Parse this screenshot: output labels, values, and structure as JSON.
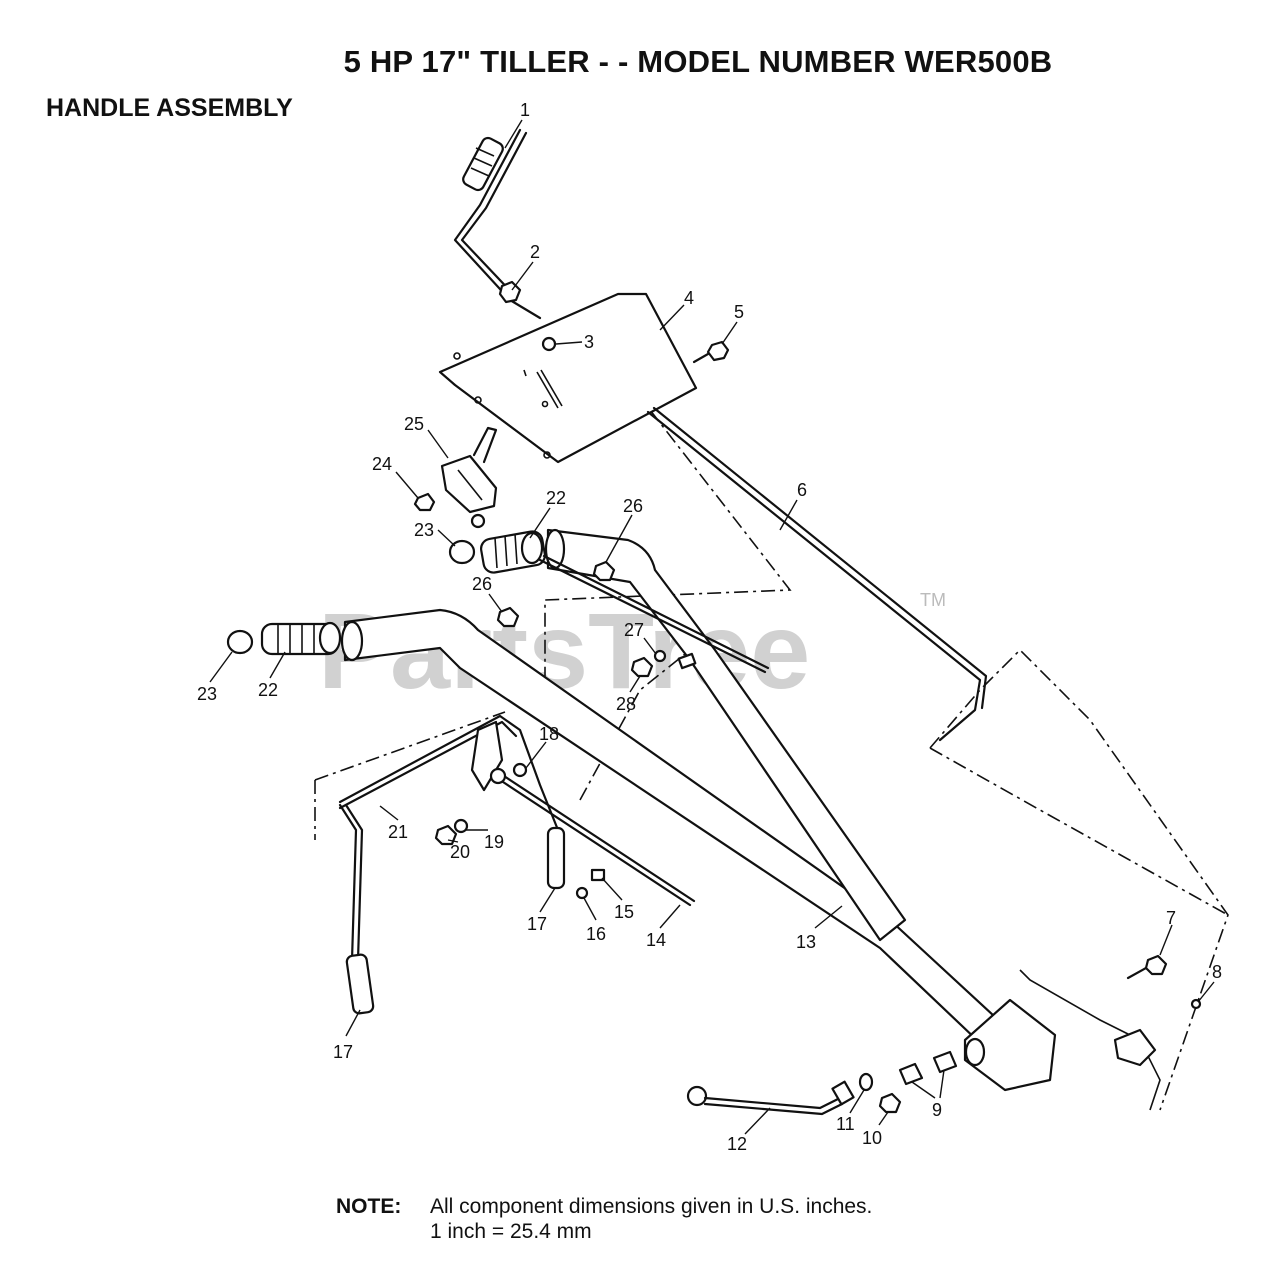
{
  "title": "5 HP 17\" TILLER - - MODEL NUMBER WER500B",
  "subtitle": "HANDLE ASSEMBLY",
  "watermark": {
    "text": "PartsTree",
    "mark": "TM"
  },
  "note": {
    "label": "NOTE:",
    "line1": "All component dimensions given in U.S. inches.",
    "line2": "1 inch = 25.4 mm"
  },
  "callouts": {
    "c1": "1",
    "c2": "2",
    "c3": "3",
    "c4": "4",
    "c5": "5",
    "c6": "6",
    "c7": "7",
    "c8": "8",
    "c9": "9",
    "c10": "10",
    "c11": "11",
    "c12": "12",
    "c13": "13",
    "c14": "14",
    "c15": "15",
    "c16": "16",
    "c17a": "17",
    "c17b": "17",
    "c18": "18",
    "c19": "19",
    "c20": "20",
    "c21": "21",
    "c22a": "22",
    "c22b": "22",
    "c23a": "23",
    "c23b": "23",
    "c24": "24",
    "c25": "25",
    "c26a": "26",
    "c26b": "26",
    "c27": "27",
    "c28": "28"
  }
}
